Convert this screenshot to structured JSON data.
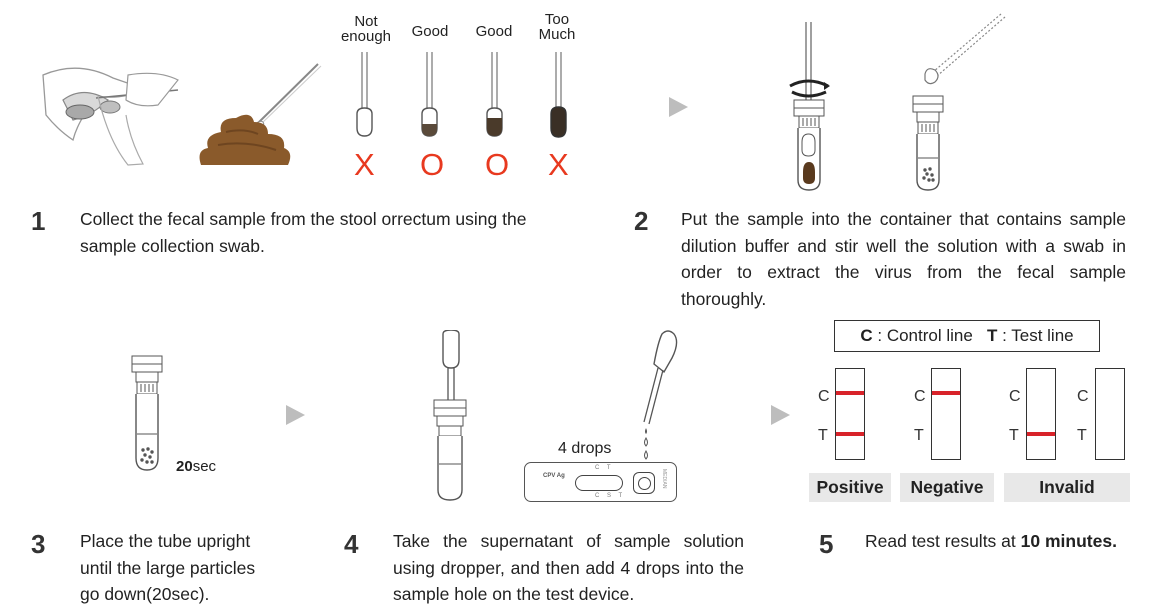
{
  "swab_labels": {
    "not_enough": [
      "Not",
      "enough"
    ],
    "good1": "Good",
    "good2": "Good",
    "too_much": [
      "Too",
      "Much"
    ]
  },
  "swab_marks": [
    "X",
    "O",
    "O",
    "X"
  ],
  "steps": [
    {
      "num": "1",
      "text": "Collect the fecal sample from the stool orrectum using the sample collection swab."
    },
    {
      "num": "2",
      "text": "Put the sample into the container that contains sample dilution buffer and stir well the solution with a swab in order to extract the virus from the fecal sample thoroughly."
    },
    {
      "num": "3",
      "lines": [
        "Place the tube upright",
        "until the large particles",
        "go down(20sec)."
      ]
    },
    {
      "num": "4",
      "text": "Take the supernatant of sample solution using dropper, and then add 4 drops into the sample hole on the test device."
    },
    {
      "num": "5",
      "text_prefix": "Read test results at ",
      "text_bold": "10 minutes."
    }
  ],
  "timer": {
    "value": "20",
    "unit": "sec"
  },
  "drops": {
    "count": "4",
    "unit": " drops"
  },
  "device": {
    "brand": "CPV Ag",
    "window_labels": "C T",
    "side_text": "MEDIAN",
    "bottom_labels": "C S T"
  },
  "legend": {
    "c_key": "C",
    "c_desc": " : Control line",
    "t_key": "T",
    "t_desc": " : Test line"
  },
  "strip_letters": {
    "c": "C",
    "t": "T"
  },
  "results": {
    "positive": "Positive",
    "negative": "Negative",
    "invalid": "Invalid"
  },
  "colors": {
    "line_red": "#d8232a",
    "mark_red": "#e8391f",
    "arrow_gray": "#bdbdbd",
    "label_bg": "#e8e8e8",
    "fecal_brown": "#8a5a2b"
  }
}
